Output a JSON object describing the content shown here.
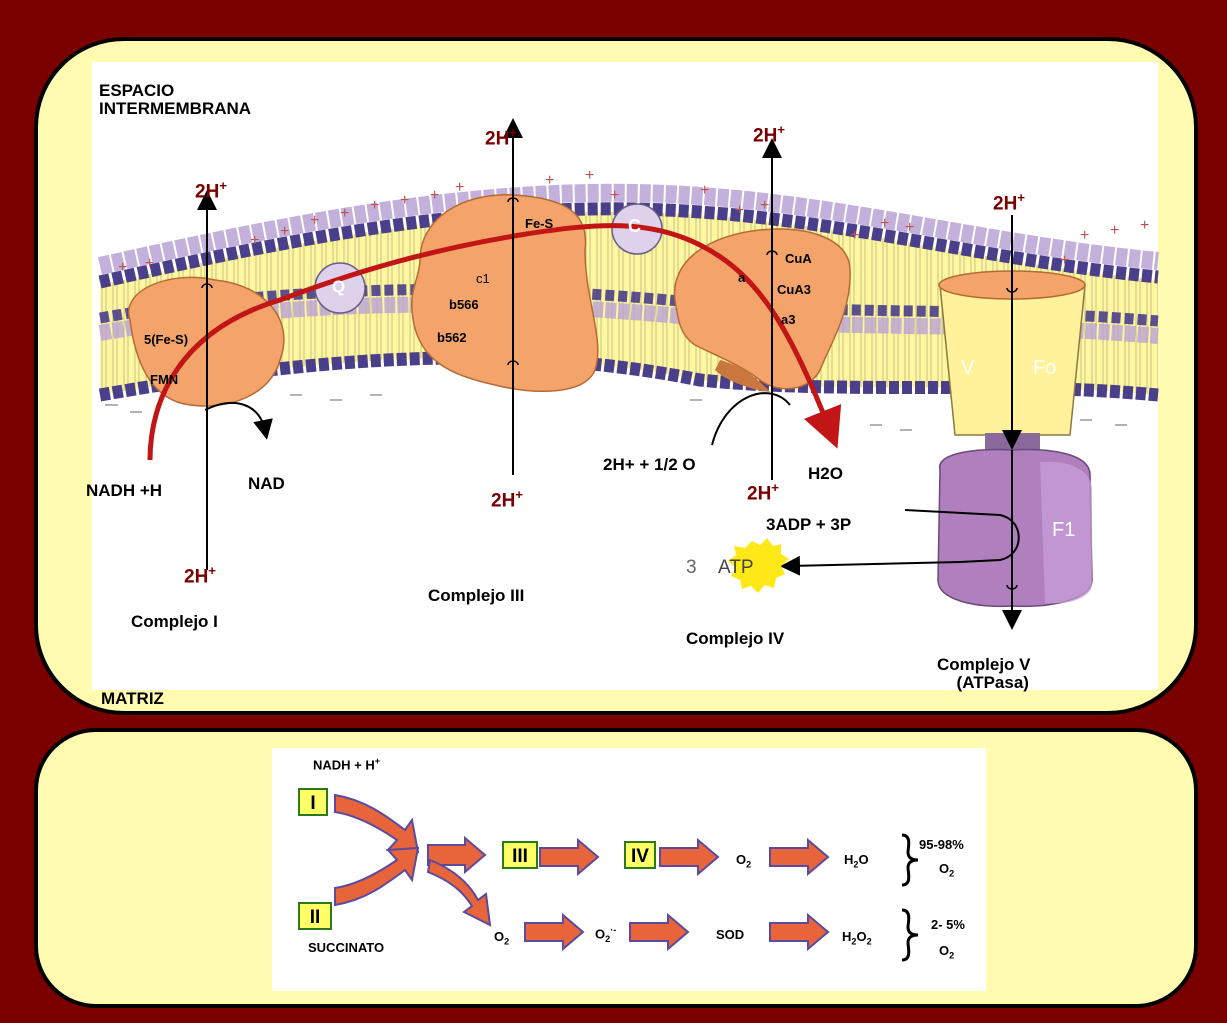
{
  "top": {
    "space_label_1": "ESPACIO",
    "space_label_2": "INTERMEMBRANA",
    "matrix_label": "MATRIZ",
    "h_label": "2H",
    "h_sup": "+",
    "nadh": "NADH +H",
    "nad": "NAD",
    "complex1": {
      "name": "Complejo I",
      "fes": "5(Fe-S)",
      "fmn": "FMN"
    },
    "complex3": {
      "name": "Complejo III",
      "fes": "Fe-S",
      "c1": "c1",
      "b566": "b566",
      "b562": "b562"
    },
    "complex4": {
      "name": "Complejo IV",
      "a": "a",
      "cua": "CuA",
      "cua3": "CuA3",
      "a3": "a3"
    },
    "complex5": {
      "name": "Complejo V",
      "sub": "(ATPasa)",
      "v": "V",
      "fo": "Fo",
      "f1": "F1"
    },
    "q": "Q",
    "c": "C",
    "oxygen_reaction": "2H+ + 1/2 O",
    "water": "H2O",
    "adp": "3ADP + 3P",
    "atp_count": "3",
    "atp": "ATP",
    "colors": {
      "protein": "#f4a46a",
      "membrane": "#fff6a0",
      "lipid_head": "#4a3f8a",
      "chain": "#c21515",
      "proton": "#7a0000"
    }
  },
  "bottom": {
    "nadh": "NADH + H",
    "nadh_sup": "+",
    "succinato": "SUCCINATO",
    "box_I": "I",
    "box_II": "II",
    "box_III": "III",
    "box_IV": "IV",
    "o2": "O",
    "o2_sub": "2",
    "superoxide_sup": "·-",
    "h2o": "H",
    "sod": "SOD",
    "pct1": "95-98%",
    "pct2": "2- 5%",
    "arrow_color": "#e8643a"
  }
}
